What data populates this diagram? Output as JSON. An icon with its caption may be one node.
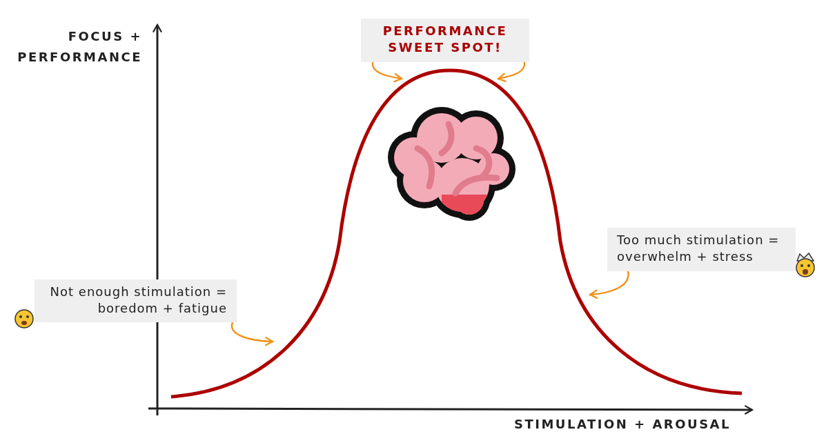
{
  "diagram": {
    "nodes": [
      {
        "text": [
          "PERFORMANCE SWEET SPOT!"
        ]
      },
      {
        "text": [
          "Not enough stimulation = boredom + fatigue"
        ]
      },
      {
        "text": [
          "Too much stimulation = overwhelm + stress"
        ]
      },
      {
        "text": [],
        "shape": "curve"
      }
    ],
    "edges": [
      {
        "from": 0,
        "to": 3,
        "arrow": "to"
      },
      {
        "from": 0,
        "to": 3,
        "arrow": "to"
      },
      {
        "from": 1,
        "to": 3,
        "arrow": "to"
      },
      {
        "from": 2,
        "to": 3,
        "arrow": "to"
      }
    ],
    "labels": [
      "FOCUS + PERFORMANCE",
      "STIMULATION + AROUSAL"
    ]
  }
}
